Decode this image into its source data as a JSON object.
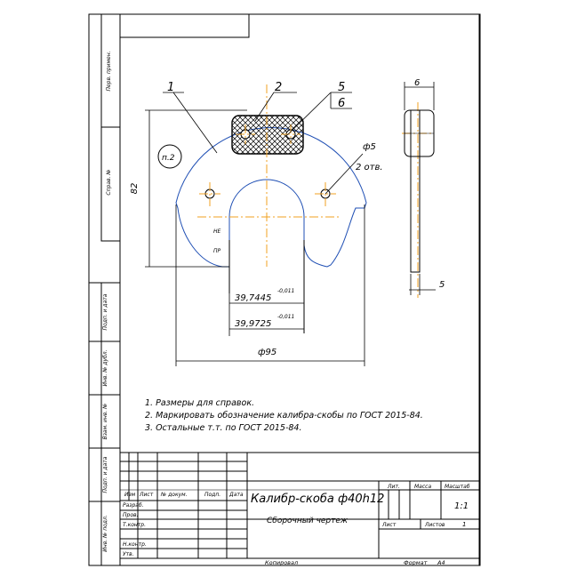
{
  "drawing": {
    "callouts": [
      "1",
      "2",
      "5",
      "6"
    ],
    "pos_label": "п.2",
    "dim_height": "82",
    "dim_hole_dia": "ф5",
    "dim_hole_count": "2 отв.",
    "dim_slot_1": "39,7445",
    "dim_slot_1_tol": "-0,011",
    "dim_slot_2": "39,9725",
    "dim_slot_2_tol": "-0,011",
    "dim_outer_dia": "ф95",
    "mark_ne": "НЕ",
    "mark_pr": "ПР",
    "side_top_dim": "6",
    "side_thickness": "5"
  },
  "notes": [
    "1. Размеры для справок.",
    "2. Маркировать обозначение калибра-скобы по ГОСТ 2015-84.",
    "3. Остальные т.т. по ГОСТ 2015-84."
  ],
  "left_strip": [
    "Перв. примен.",
    "Справ. №",
    "Подп. и дата",
    "Инв. № дубл.",
    "Взам. инв. №",
    "Подп. и дата",
    "Инв. № подл."
  ],
  "title_block": {
    "title": "Калибр-скоба ф40h12",
    "subtitle": "Сборочный чертеж",
    "col_headers": [
      "Изм",
      "Лист",
      "№ докум.",
      "Подп.",
      "Дата"
    ],
    "roles": [
      "Разраб.",
      "Пров.",
      "Т.контр.",
      "",
      "Н.контр.",
      "Утв."
    ],
    "lit_label": "Лит.",
    "mass_label": "Масса",
    "scale_label": "Масштаб",
    "scale_value": "1:1",
    "sheet_label": "Лист",
    "sheets_label": "Листов",
    "sheets_value": "1"
  },
  "footer": {
    "copied": "Копировал",
    "format_label": "Формат",
    "format_value": "А4"
  }
}
